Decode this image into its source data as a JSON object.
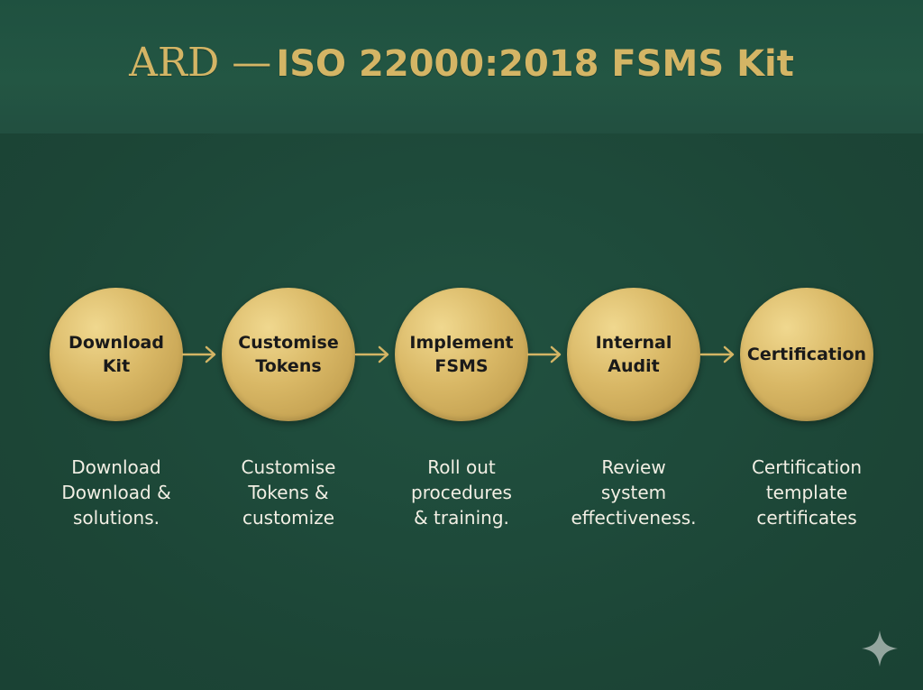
{
  "title": {
    "prefix": "ARD —",
    "main": "ISO 22000:2018 FSMS Kit"
  },
  "steps": [
    {
      "label": "Download\nKit",
      "description": "Download\nDownload &\nsolutions."
    },
    {
      "label": "Customise\nTokens",
      "description": "Customise\nTokens &\ncustomize"
    },
    {
      "label": "Implement\nFSMS",
      "description": "Roll out\nprocedures\n& training."
    },
    {
      "label": "Internal\nAudit",
      "description": "Review\nsystem\neffectiveness."
    },
    {
      "label": "Certification",
      "description": "Certification\ntemplate\ncertificates"
    }
  ],
  "colors": {
    "background": "#1d4637",
    "header": "#235643",
    "gold": "#d4b565",
    "text_light": "#f2efe4"
  },
  "icons": {
    "connector": "arrow-right-icon",
    "corner": "sparkle-icon"
  }
}
